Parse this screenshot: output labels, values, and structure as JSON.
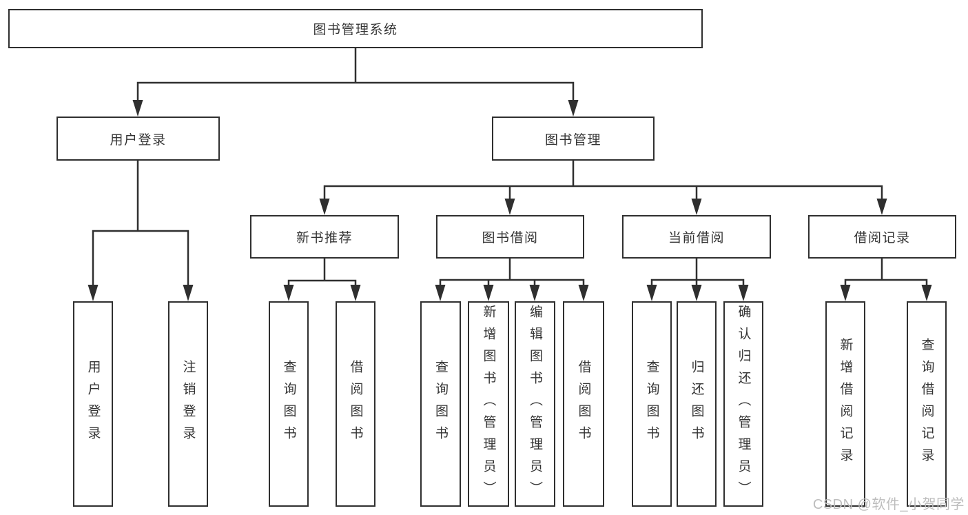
{
  "diagram": {
    "root": {
      "label": "图书管理系统"
    },
    "level2": [
      {
        "label": "用户登录"
      },
      {
        "label": "图书管理"
      }
    ],
    "level3": [
      {
        "label": "新书推荐"
      },
      {
        "label": "图书借阅"
      },
      {
        "label": "当前借阅"
      },
      {
        "label": "借阅记录"
      }
    ],
    "leaves": {
      "user_login": [
        "用户登录",
        "注销登录"
      ],
      "new_book_recommend": [
        "查询图书",
        "借阅图书"
      ],
      "book_borrow": [
        "查询图书",
        "新增图书（管理员）",
        "编辑图书（管理员）",
        "借阅图书"
      ],
      "current_borrow": [
        "查询图书",
        "归还图书",
        "确认归还（管理员）"
      ],
      "borrow_record": [
        "新增借阅记录",
        "查询借阅记录"
      ]
    },
    "colors": {
      "line": "#2f2f2f",
      "text": "#333333",
      "background": "#ffffff",
      "watermark": "#bdbdbd"
    }
  },
  "watermark": {
    "text": "CSDN @软件_小贺同学"
  }
}
